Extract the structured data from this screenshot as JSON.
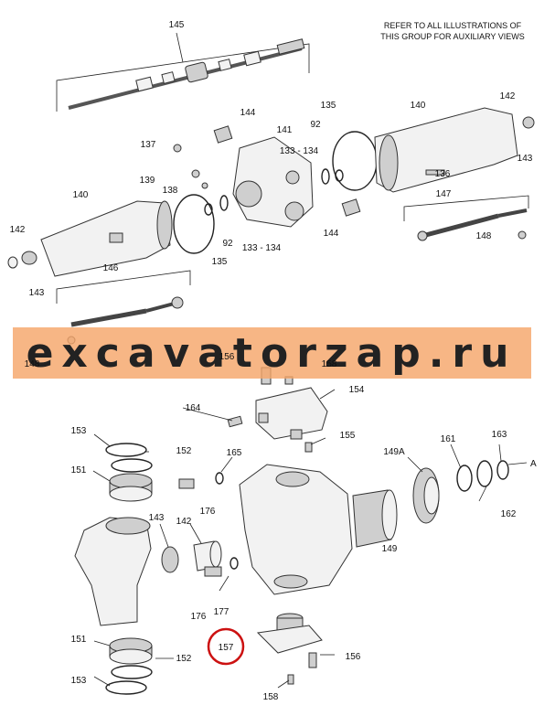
{
  "note": [
    "REFER TO ALL ILLUSTRATIONS OF",
    "THIS GROUP FOR AUXILIARY VIEWS"
  ],
  "watermark": "excavatorzap.ru",
  "view_marker": "A",
  "colors": {
    "banner": "#f5a66a",
    "highlight_ring": "#cc1111"
  },
  "callouts": {
    "c145": "145",
    "c144": "144",
    "c141": "141",
    "c92a": "92",
    "c135a": "135",
    "c140a": "140",
    "c142a": "142",
    "c143a": "143",
    "c137": "137",
    "c133a": "133 - 134",
    "c136": "136",
    "c139": "139",
    "c138": "138",
    "c140b": "140",
    "c147": "147",
    "c142b": "142",
    "c92b": "92",
    "c133b": "133 - 134",
    "c144b": "144",
    "c148a": "148",
    "c135b": "135",
    "c143b": "143",
    "c146": "146",
    "c148b": "148",
    "c156a": "156",
    "c158a": "158",
    "c154": "154",
    "c164": "164",
    "c155": "155",
    "c153a": "153",
    "c152a": "152",
    "c165": "165",
    "c149a": "149A",
    "c161": "161",
    "c163": "163",
    "c151a": "151",
    "c176a": "176",
    "c162": "162",
    "c143c": "143",
    "c142c": "142",
    "c149": "149",
    "c176b": "176",
    "c177": "177",
    "c157": "157",
    "c151b": "151",
    "c152b": "152",
    "c156b": "156",
    "c153b": "153",
    "c158b": "158"
  }
}
